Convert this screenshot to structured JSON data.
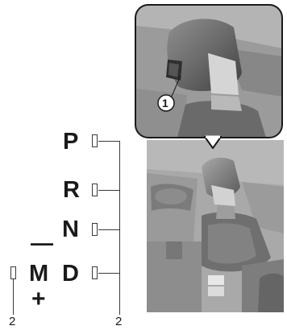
{
  "figure": {
    "shift_positions": [
      "P",
      "R",
      "N",
      "D"
    ],
    "manual_mode": {
      "letter": "M",
      "downshift_symbol": "—",
      "upshift_symbol": "+"
    },
    "callouts": {
      "detail_callout": "1",
      "indicator_callout_right": "2",
      "indicator_callout_left": "2"
    },
    "photo_descriptions": {
      "inset": "close-up-of-shift-knob-with-lock-release",
      "main": "center-console-shift-lever"
    }
  }
}
